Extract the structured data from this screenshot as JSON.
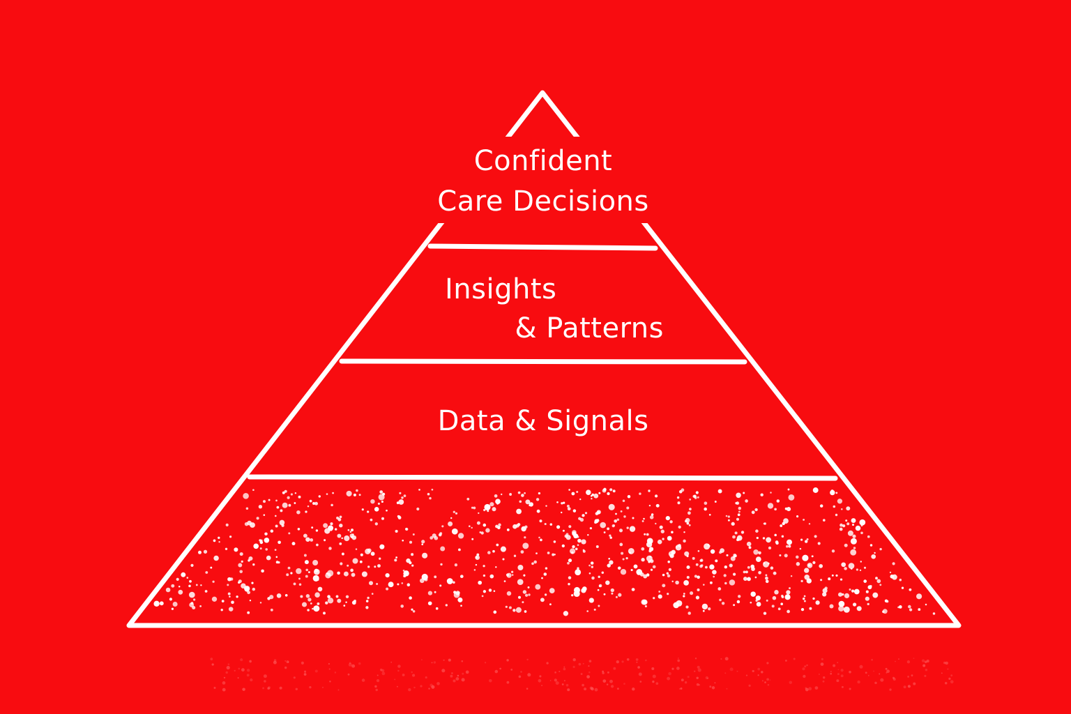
{
  "diagram": {
    "type": "pyramid",
    "colors": {
      "background": "#f80c10",
      "line": "#ffffff",
      "text": "#ffffff"
    },
    "tiers": [
      {
        "label_lines": [
          "Confident",
          "Care Decisions"
        ]
      },
      {
        "label_lines": [
          "Insights",
          "& Patterns"
        ]
      },
      {
        "label_lines": [
          "Data & Signals"
        ]
      },
      {
        "label_lines": [],
        "fill": "dotted"
      }
    ]
  }
}
